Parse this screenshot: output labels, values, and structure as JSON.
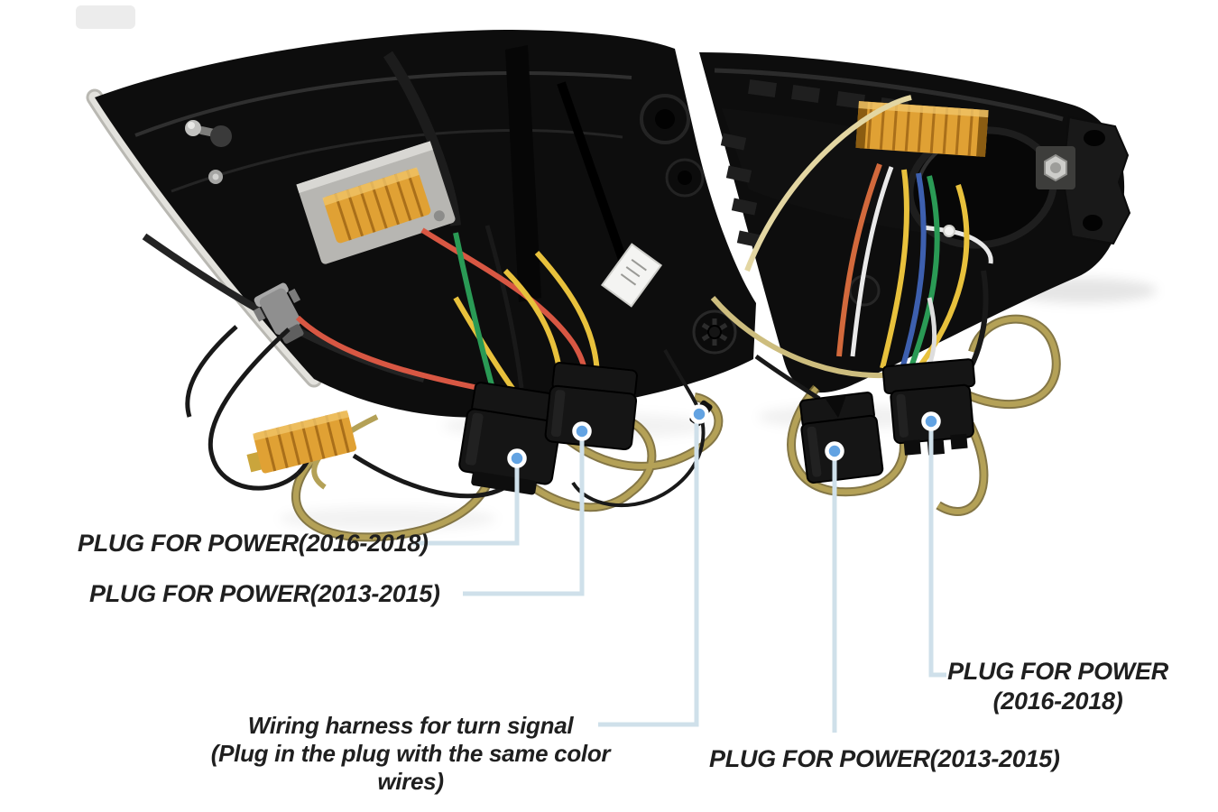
{
  "figure": {
    "type": "annotated-product-photo",
    "subject": "Rear view of two LED tail lamp assemblies with wiring harnesses, load resistors and power plugs",
    "background": "#ffffff"
  },
  "callouts": {
    "line_color": "#cfe0ea",
    "dot_fill": "#63a3e2",
    "dot_ring": "#ffffff",
    "text_color": "#1f1f1f"
  },
  "labels": [
    {
      "id": "plug-power-2016-2018-left",
      "lines": [
        "PLUG FOR POWER(2016-2018)"
      ]
    },
    {
      "id": "plug-power-2013-2015-left",
      "lines": [
        "PLUG FOR POWER(2013-2015)"
      ]
    },
    {
      "id": "plug-power-2016-2018-right",
      "lines": [
        "PLUG FOR POWER",
        "(2016-2018)"
      ]
    },
    {
      "id": "turn-signal-harness",
      "lines": [
        "Wiring harness for turn signal",
        "(Plug in the plug with the same color wires)"
      ]
    },
    {
      "id": "plug-power-2013-2015-right",
      "lines": [
        "PLUG FOR POWER(2013-2015)"
      ]
    }
  ],
  "photo": {
    "parts": [
      "tail-lamp-housing-left",
      "tail-lamp-housing-right",
      "chrome-lens-rim",
      "led-load-resistor-left",
      "led-load-resistor-right",
      "led-load-resistor-hanging",
      "bulb-socket",
      "bulb-opening",
      "mounting-bracket-bolt",
      "power-plug-2016-2018-left",
      "power-plug-2013-2015-left",
      "power-plug-2013-2015-right",
      "power-plug-2016-2018-right",
      "turn-signal-wire-connector"
    ],
    "colors": {
      "housing": "#0d0d0d",
      "housing_highlight": "#2c2c2c",
      "chrome": "#e3e2dd",
      "resistor_gold": "#e0a134",
      "resistor_gold_dark": "#a96f1a",
      "wire_red": "#d85743",
      "wire_yellow": "#e8c13c",
      "wire_green": "#2a9a55",
      "wire_blue": "#3d5fae",
      "wire_white": "#e9e9e9",
      "wire_black": "#191919",
      "harness_khaki": "#b4a157",
      "connector": "#151515"
    }
  }
}
